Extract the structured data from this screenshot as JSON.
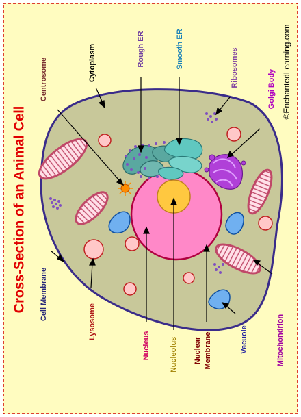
{
  "title": "Cross-Section of an Animal Cell",
  "credit": "©EnchantedLearning.com",
  "labels": {
    "centrosome": "Centrosome",
    "cytoplasm": "Cytoplasm",
    "rough_er": "Rough ER",
    "smooth_er": "Smooth ER",
    "ribosomes": "Ribosomes",
    "golgi_body": "Golgi Body",
    "cell_membrane": "Cell Membrane",
    "lysosome": "Lysosome",
    "nucleus": "Nucleus",
    "nucleolus": "Nucleolus",
    "nuclear_membrane_line1": "Nuclear",
    "nuclear_membrane_line2": "Membrane",
    "vacuole": "Vacuole",
    "mitochondrion": "Mitochondrion"
  },
  "colors": {
    "background": "#fffcc0",
    "border": "#d40000",
    "title": "#e00000",
    "cytoplasm": "#c8c89a",
    "cell_outline": "#3a2c8a",
    "nucleus": "#ff88c8",
    "nuclear_membrane": "#b00040",
    "nucleolus": "#ffc840",
    "centrosome": "#ff8c00",
    "rough_er": "#5aa8a0",
    "smooth_er": "#60c8c0",
    "golgi": "#b040d8",
    "mitochondrion": "#c04868",
    "lysosome": "#ffc8c8",
    "vacuole": "#70b0f0",
    "ribosome": "#8050c0",
    "label_centrosome": "#7a3030",
    "label_cytoplasm": "#000000",
    "label_rough_er": "#7040a0",
    "label_smooth_er": "#1880b8",
    "label_ribosomes": "#8040a0",
    "label_golgi_body": "#b000c0",
    "label_cell_membrane": "#2a2a7a",
    "label_lysosome": "#b01818",
    "label_nucleus": "#d00060",
    "label_nucleolus": "#a08000",
    "label_nuclear_membrane": "#800000",
    "label_vacuole": "#2020a0",
    "label_mitochondrion": "#a000a0"
  }
}
